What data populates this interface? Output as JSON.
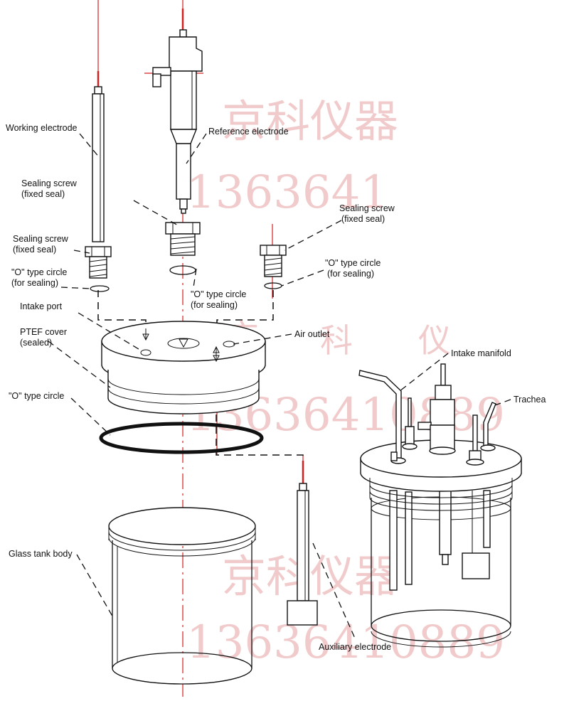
{
  "labels": {
    "working_electrode": "Working electrode",
    "reference_electrode": "Reference electrode",
    "sealing_screw_center_1": "Sealing screw",
    "sealing_screw_center_2": "(fixed seal)",
    "sealing_screw_left_1": "Sealing screw",
    "sealing_screw_left_2": "(fixed seal)",
    "sealing_screw_right_1": "Sealing screw",
    "sealing_screw_right_2": "(fixed seal)",
    "o_ring_left_1": "\"O\" type circle",
    "o_ring_left_2": "(for sealing)",
    "o_ring_center_1": "\"O\" type circle",
    "o_ring_center_2": "(for sealing)",
    "o_ring_right_1": "\"O\" type circle",
    "o_ring_right_2": "(for sealing)",
    "intake_port": "Intake port",
    "ptef_cover_1": "PTEF cover",
    "ptef_cover_2": "(sealed)",
    "air_outlet": "Air outlet",
    "o_ring_main": "\"O\" type circle",
    "intake_manifold": "Intake manifold",
    "trachea": "Trachea",
    "glass_tank_body": "Glass tank body",
    "auxiliary_electrode": "Auxiliary electrode"
  },
  "watermark": {
    "line1_a": "京科仪器",
    "line2_a": "1363641",
    "line3_a": "京",
    "line3_b": "科",
    "line3_c": "仪",
    "line4_a": "13636410889",
    "line5_a": "京科仪器",
    "line6_a": "13636410889"
  },
  "colors": {
    "axis_line": "#d62020",
    "watermark": "#e7a2a2",
    "ink": "#111111"
  }
}
